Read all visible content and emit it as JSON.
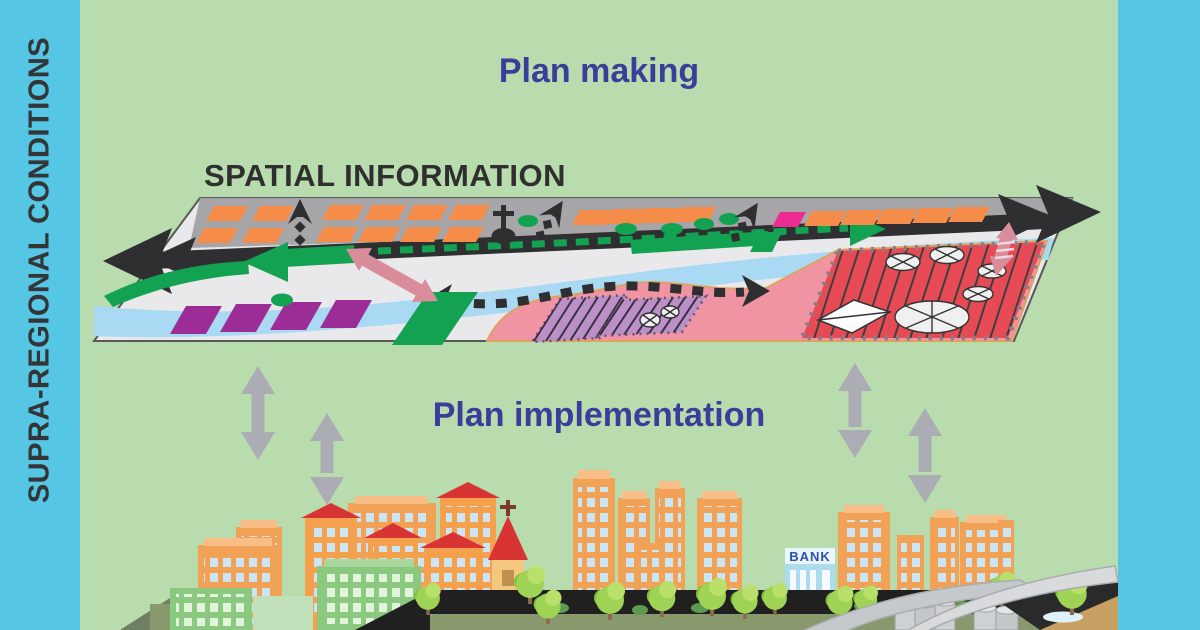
{
  "frame": {
    "border_color": "#55C6E4",
    "background_color": "#B9DCAE"
  },
  "sidebar": {
    "label": "SUPRA-REGIONAL CONDITIONS",
    "background_color": "#55C6E4",
    "text_color": "#333537"
  },
  "headings": {
    "plan_making": "Plan making",
    "spatial_information": "SPATIAL INFORMATION",
    "plan_implementation": "Plan implementation",
    "plan_text_color": "#3A3D99",
    "spatial_text_color": "#2F2F2F"
  },
  "map": {
    "element_names": [
      "map-plane",
      "built-up-band",
      "residential-blocks",
      "special-block",
      "main-road-arrow",
      "north-dashed-arrows",
      "church-icon",
      "green-dots",
      "green-corridor-arrow",
      "green-dashed-line",
      "river",
      "agricultural-plots",
      "green-patches",
      "development-zone-pink",
      "railway-yard",
      "industrial-zone-red",
      "storage-tanks",
      "white-diamond-field",
      "black-dashed-route",
      "link-arrows-rose"
    ],
    "colors": {
      "plane": "#E9E9EB",
      "band": "#A6A6A8",
      "block_orange": "#F68C4A",
      "block_magenta": "#EC2B93",
      "road_black": "#2F2F31",
      "green_accent": "#12A251",
      "river_blue": "#AADAF3",
      "plot_purple": "#9D2D96",
      "zone_pink": "#F094A3",
      "zone_red": "#E64A55",
      "railway_purple": "#BA90C6",
      "rose_arrow": "#D98C9A"
    }
  },
  "link_arrows": {
    "color": "#ACACB5",
    "count": 4
  },
  "city": {
    "bank_label": "BANK",
    "element_names": [
      "green-buildings",
      "orange-towers",
      "red-roof-apartments",
      "church",
      "bank-building",
      "office-cluster",
      "trees",
      "road",
      "silos",
      "conveyor-ramps",
      "platform",
      "pond"
    ],
    "colors": {
      "building_orange": "#F2A257",
      "building_green": "#8CC980",
      "roof_red": "#D93434",
      "window_blue": "#CBE6F2",
      "bank_body": "#AEDCEF",
      "bank_text": "#2B52B0",
      "tree_green": "#9FD356",
      "road_black": "#202020",
      "ground_olive": "#87996D",
      "platform_tan": "#C9A063",
      "silo_gray": "#CDD1D2"
    }
  }
}
